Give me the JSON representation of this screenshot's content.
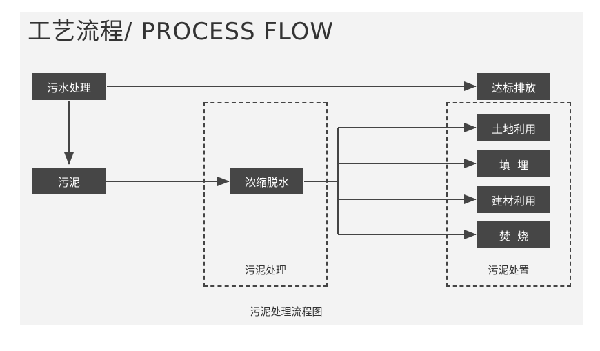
{
  "title": "工艺流程/ PROCESS  FLOW",
  "nodes": {
    "wastewater": "污水处理",
    "sludge": "污泥",
    "thicken": "浓缩脱水",
    "discharge": "达标排放",
    "land": "土地利用",
    "landfill": "填  埋",
    "building": "建材利用",
    "incinerate": "焚  烧"
  },
  "groups": {
    "treatment": "污泥处理",
    "disposal": "污泥处置"
  },
  "caption": "污泥处理流程图",
  "colors": {
    "box_fill": "#464646",
    "box_text": "#ffffff",
    "panel": "#f3f3f3",
    "line": "#444444"
  }
}
